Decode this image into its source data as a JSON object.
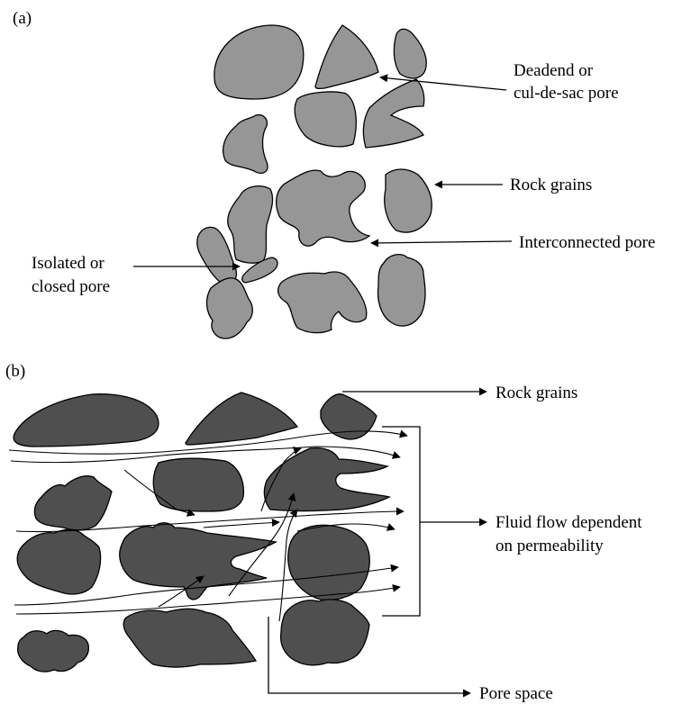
{
  "panel_a": {
    "tag": "(a)",
    "labels": {
      "deadend_line1": "Deadend or",
      "deadend_line2": "cul-de-sac pore",
      "rock_grains": "Rock grains",
      "interconnected": "Interconnected pore",
      "isolated_line1": "Isolated or",
      "isolated_line2": "closed pore"
    }
  },
  "panel_b": {
    "tag": "(b)",
    "labels": {
      "rock_grains": "Rock grains",
      "fluid_line1": "Fluid flow dependent",
      "fluid_line2": "on permeability",
      "pore_space": "Pore space"
    }
  },
  "colors": {
    "grain_light": "#969696",
    "grain_dark": "#4f4f4f",
    "outline": "#000000"
  }
}
